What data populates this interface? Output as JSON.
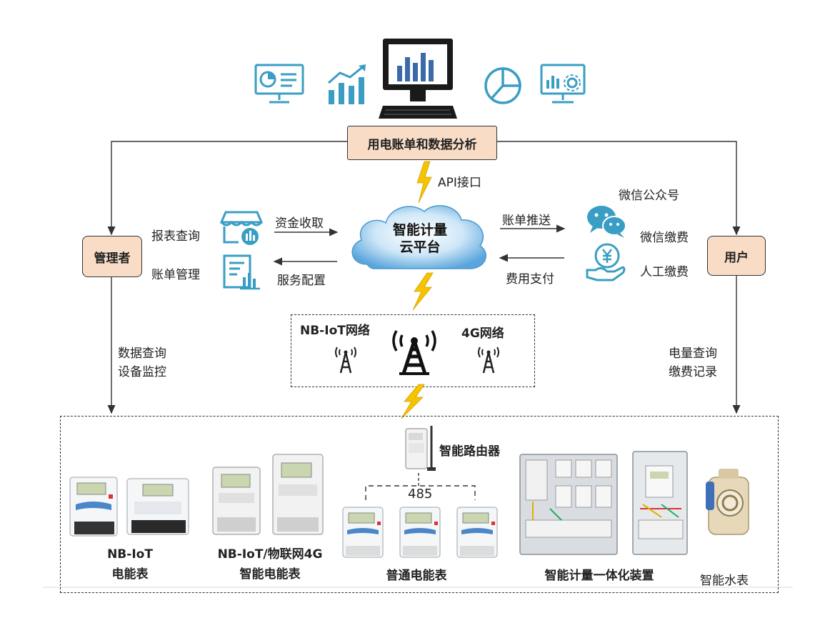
{
  "top_box": "用电账单和数据分析",
  "api_label": "API接口",
  "cloud_line1": "智能计量",
  "cloud_line2": "云平台",
  "admin": {
    "box": "管理者",
    "report_query": "报表查询",
    "bill_manage": "账单管理",
    "fund_collect": "资金收取",
    "service_config": "服务配置",
    "data_query": "数据查询",
    "device_monitor": "设备监控"
  },
  "user": {
    "box": "用户",
    "bill_push": "账单推送",
    "fee_payment": "费用支付",
    "wechat_account": "微信公众号",
    "wechat_pay": "微信缴费",
    "manual_pay": "人工缴费",
    "power_query": "电量查询",
    "payment_record": "缴费记录"
  },
  "network": {
    "nbiot": "NB-IoT网络",
    "g4": "4G网络"
  },
  "devices": {
    "router": "智能路由器",
    "rs485": "485",
    "nbiot_meter_l1": "NB-IoT",
    "nbiot_meter_l2": "电能表",
    "iot4g_meter_l1": "NB-IoT/物联网4G",
    "iot4g_meter_l2": "智能电能表",
    "ordinary_meter": "普通电能表",
    "integrated_device": "智能计量一体化装置",
    "water_meter": "智能水表"
  },
  "colors": {
    "icon_teal": "#3a9ec4",
    "box_fill": "#f8dcc6",
    "lightning": "#f5c400",
    "cloud": "#6fb6e4"
  }
}
